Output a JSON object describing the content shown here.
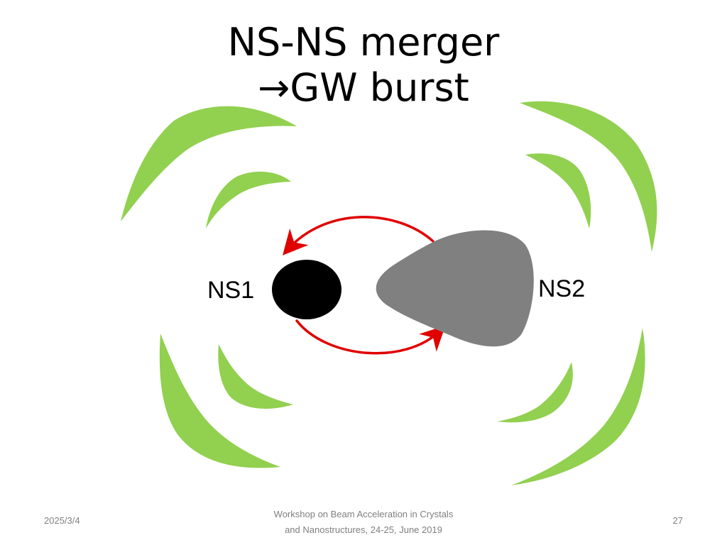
{
  "slide": {
    "title_lines": [
      "NS-NS merger",
      "→GW burst"
    ],
    "labels": {
      "ns1": "NS1",
      "ns2": "NS2"
    },
    "footer": {
      "date": "2025/3/4",
      "text_lines": [
        "Workshop on Beam Acceleration in Crystals",
        "and Nanostructures, 24-25, June 2019"
      ],
      "page_number": "27"
    }
  },
  "colors": {
    "wave": "#92d050",
    "ns1": "#000000",
    "ns2": "#808080",
    "orbit_arrow": "#e00000"
  }
}
